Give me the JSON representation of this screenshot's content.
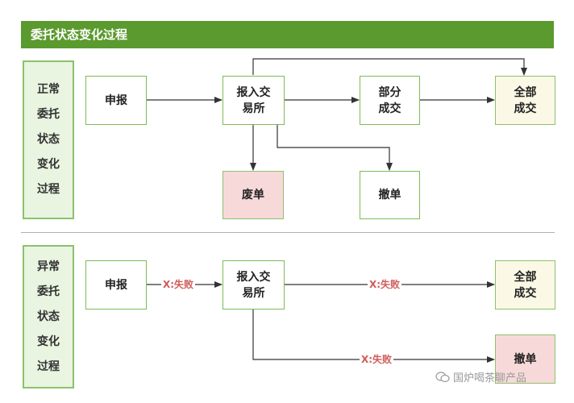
{
  "title": "委托状态变化过程",
  "normal": {
    "label": [
      "正常",
      "委托",
      "状态",
      "变化",
      "过程"
    ],
    "nodes": {
      "submit": "申报",
      "report": [
        "报入交",
        "易所"
      ],
      "partial": [
        "部分",
        "成交"
      ],
      "full": [
        "全部",
        "成交"
      ],
      "rejected": "废单",
      "cancelled": "撤单"
    }
  },
  "abnormal": {
    "label": [
      "异常",
      "委托",
      "状态",
      "变化",
      "过程"
    ],
    "nodes": {
      "submit": "申报",
      "report": [
        "报入交",
        "易所"
      ],
      "full": [
        "全部",
        "成交"
      ],
      "cancelled": "撤单"
    },
    "edge_labels": {
      "submit_to_report": "X:失败",
      "report_to_full": "X:失败",
      "report_to_cancel": "X:失败"
    }
  },
  "watermark": "国炉喝茶聊产品",
  "colors": {
    "header": "#5b9a2e",
    "node_border": "#7fba55",
    "rejected_fill": "#f8d9d9",
    "full_fill": "#fbf8e6",
    "failure_text": "#d15b5b"
  }
}
